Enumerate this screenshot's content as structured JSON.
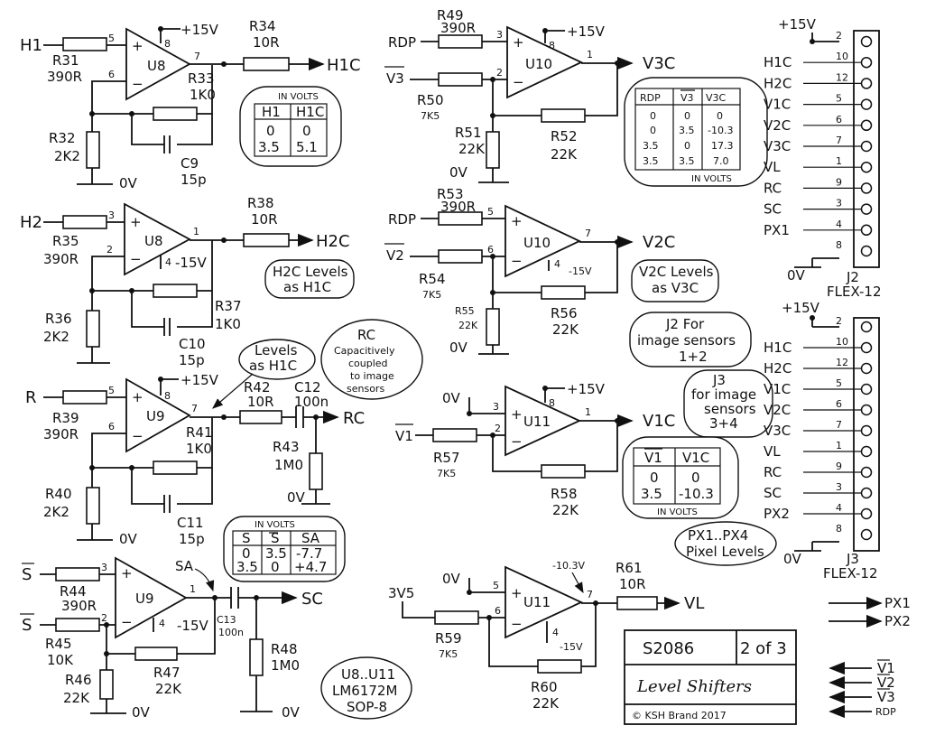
{
  "sheet": {
    "number": "S2086",
    "page": "2 of 3",
    "title": "Level Shifters",
    "copyright": "© KSH Brand 2017"
  },
  "opamp_note": [
    "U8..U11",
    "LM6172M",
    "SOP-8"
  ],
  "u8a": {
    "input": "H1",
    "output": "H1C",
    "ic": "U8",
    "r_in": "R31",
    "r_in_val": "390R",
    "r_gnd": "R32",
    "r_gnd_val": "2K2",
    "r_fb": "R33",
    "r_fb_val": "1K0",
    "c_fb": "C9",
    "c_fb_val": "15p",
    "r_out": "R34",
    "r_out_val": "10R",
    "pin_p": "5",
    "pin_n": "6",
    "pin_o": "7",
    "pin_v": "8",
    "supply": "+15V",
    "ground": "0V"
  },
  "u8a_table": {
    "title": "IN VOLTS",
    "headers": [
      "H1",
      "H1C"
    ],
    "rows": [
      [
        "0",
        "0"
      ],
      [
        "3.5",
        "5.1"
      ]
    ]
  },
  "u8b": {
    "input": "H2",
    "output": "H2C",
    "ic": "U8",
    "r_in": "R35",
    "r_in_val": "390R",
    "r_gnd": "R36",
    "r_gnd_val": "2K2",
    "r_fb": "R37",
    "r_fb_val": "1K0",
    "c_fb": "C10",
    "c_fb_val": "15p",
    "r_out": "R38",
    "r_out_val": "10R",
    "pin_p": "3",
    "pin_n": "2",
    "pin_o": "1",
    "pin_v": "4",
    "supply": "-15V"
  },
  "u8b_note": [
    "H2C Levels",
    "as H1C"
  ],
  "u9a": {
    "input": "R",
    "output": "RC",
    "ic": "U9",
    "r_in": "R39",
    "r_in_val": "390R",
    "r_gnd": "R40",
    "r_gnd_val": "2K2",
    "r_fb": "R41",
    "r_fb_val": "1K0",
    "c_fb": "C11",
    "c_fb_val": "15p",
    "r_out": "R42",
    "r_out_val": "10R",
    "c_out": "C12",
    "c_out_val": "100n",
    "r_load": "R43",
    "r_load_val": "1M0",
    "pin_p": "5",
    "pin_n": "6",
    "pin_o": "7",
    "pin_v": "8",
    "supply": "+15V",
    "ground": "0V"
  },
  "u9a_note": [
    "Levels",
    "as H1C"
  ],
  "rc_note": [
    "RC",
    "Capacitively",
    "coupled",
    "to image",
    "sensors"
  ],
  "u9b": {
    "input_p": "S",
    "input_n": "S",
    "output": "SC",
    "node": "SA",
    "ic": "U9",
    "r_in": "R44",
    "r_in_val": "390R",
    "r_in2": "R45",
    "r_in2_val": "10K",
    "r_gnd": "R46",
    "r_gnd_val": "22K",
    "r_fb": "R47",
    "r_fb_val": "22K",
    "c_out": "C13",
    "c_out_val": "100n",
    "r_load": "R48",
    "r_load_val": "1M0",
    "pin_p": "3",
    "pin_n": "2",
    "pin_o": "1",
    "pin_v": "4",
    "supply": "-15V",
    "ground": "0V"
  },
  "u9b_table": {
    "title": "IN VOLTS",
    "headers": [
      "S",
      "S",
      "SA"
    ],
    "rows": [
      [
        "0",
        "3.5",
        "-7.7"
      ],
      [
        "3.5",
        "0",
        "+4.7"
      ]
    ]
  },
  "u10a": {
    "input_p": "RDP",
    "input_n": "V3",
    "output": "V3C",
    "ic": "U10",
    "r_in": "R49",
    "r_in_val": "390R",
    "r_in2": "R50",
    "r_in2_val": "7K5",
    "r_gnd": "R51",
    "r_gnd_val": "22K",
    "r_fb": "R52",
    "r_fb_val": "22K",
    "pin_p": "3",
    "pin_n": "2",
    "pin_o": "1",
    "pin_v": "8",
    "supply": "+15V",
    "ground": "0V"
  },
  "u10a_table": {
    "title": "IN VOLTS",
    "headers": [
      "RDP",
      "V3",
      "V3C"
    ],
    "rows": [
      [
        "0",
        "0",
        "0"
      ],
      [
        "0",
        "3.5",
        "-10.3"
      ],
      [
        "3.5",
        "0",
        "17.3"
      ],
      [
        "3.5",
        "3.5",
        "7.0"
      ]
    ]
  },
  "u10b": {
    "input_p": "RDP",
    "input_n": "V2",
    "output": "V2C",
    "ic": "U10",
    "r_in": "R53",
    "r_in_val": "390R",
    "r_in2": "R54",
    "r_in2_val": "7K5",
    "r_gnd": "R55",
    "r_gnd_val": "22K",
    "r_fb": "R56",
    "r_fb_val": "22K",
    "pin_p": "5",
    "pin_n": "6",
    "pin_o": "7",
    "pin_v": "4",
    "supply": "-15V",
    "ground": "0V"
  },
  "u10b_note": [
    "V2C Levels",
    "as V3C"
  ],
  "j2_note": [
    "J2 For",
    "image sensors",
    "1+2"
  ],
  "j3_note": [
    "J3",
    "for image",
    "sensors",
    "3+4"
  ],
  "u11a": {
    "input_p": "0V",
    "input_n": "V1",
    "output": "V1C",
    "ic": "U11",
    "r_in": "R57",
    "r_in_val": "7K5",
    "r_fb": "R58",
    "r_fb_val": "22K",
    "pin_p": "3",
    "pin_n": "2",
    "pin_o": "1",
    "pin_v": "8",
    "supply": "+15V"
  },
  "u11a_table": {
    "title": "IN VOLTS",
    "headers": [
      "V1",
      "V1C"
    ],
    "rows": [
      [
        "0",
        "0"
      ],
      [
        "3.5",
        "-10.3"
      ]
    ]
  },
  "px_note": [
    "PX1..PX4",
    "Pixel Levels"
  ],
  "u11b": {
    "input_p": "0V",
    "input_n": "3V5",
    "output": "VL",
    "out_level": "-10.3V",
    "ic": "U11",
    "r_in": "R59",
    "r_in_val": "7K5",
    "r_fb": "R60",
    "r_fb_val": "22K",
    "r_out": "R61",
    "r_out_val": "10R",
    "pin_p": "5",
    "pin_n": "6",
    "pin_o": "7",
    "pin_v": "4",
    "supply": "-15V"
  },
  "j2": {
    "ref": "J2",
    "type": "FLEX-12",
    "supply": "+15V",
    "ground": "0V",
    "pins": [
      {
        "sig": "+15V",
        "num": "2"
      },
      {
        "sig": "H1C",
        "num": "10"
      },
      {
        "sig": "H2C",
        "num": "12"
      },
      {
        "sig": "V1C",
        "num": "5"
      },
      {
        "sig": "V2C",
        "num": "6"
      },
      {
        "sig": "V3C",
        "num": "7"
      },
      {
        "sig": "VL",
        "num": "1"
      },
      {
        "sig": "RC",
        "num": "9"
      },
      {
        "sig": "SC",
        "num": "3"
      },
      {
        "sig": "PX1",
        "num": "4"
      },
      {
        "sig": "0V",
        "num": "8"
      }
    ]
  },
  "j3": {
    "ref": "J3",
    "type": "FLEX-12",
    "supply": "+15V",
    "ground": "0V",
    "pins": [
      {
        "sig": "+15V",
        "num": "2"
      },
      {
        "sig": "H1C",
        "num": "10"
      },
      {
        "sig": "H2C",
        "num": "12"
      },
      {
        "sig": "V1C",
        "num": "5"
      },
      {
        "sig": "V2C",
        "num": "6"
      },
      {
        "sig": "V3C",
        "num": "7"
      },
      {
        "sig": "VL",
        "num": "1"
      },
      {
        "sig": "RC",
        "num": "9"
      },
      {
        "sig": "SC",
        "num": "3"
      },
      {
        "sig": "PX2",
        "num": "4"
      },
      {
        "sig": "0V",
        "num": "8"
      }
    ]
  },
  "offsheet": {
    "out": [
      "PX1",
      "PX2"
    ],
    "in": [
      "V1",
      "V2",
      "V3",
      "RDP"
    ]
  }
}
